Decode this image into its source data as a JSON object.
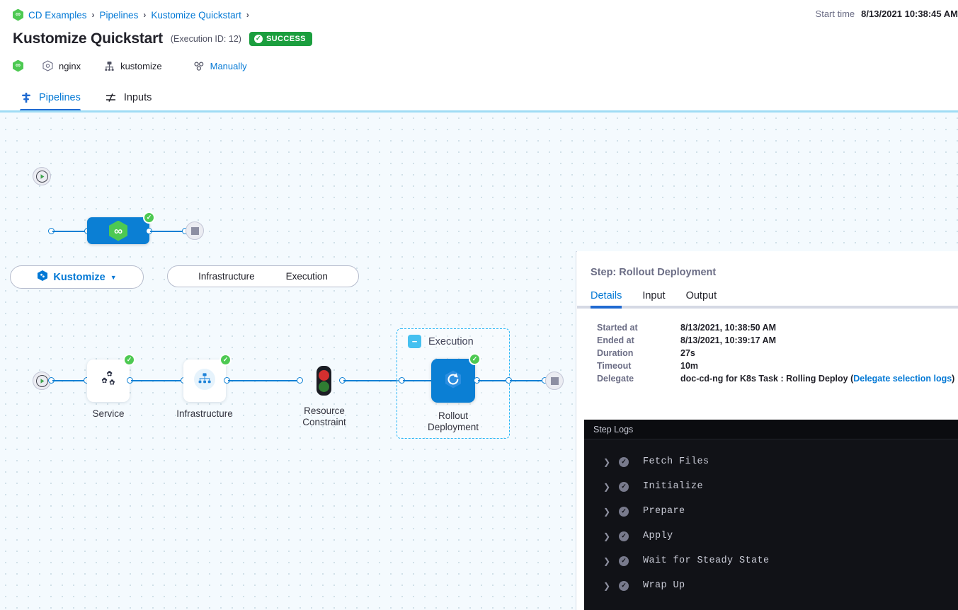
{
  "header": {
    "breadcrumb": [
      {
        "label": "CD Examples",
        "icon": "harness-logo-icon"
      },
      {
        "label": "Pipelines"
      },
      {
        "label": "Kustomize Quickstart"
      }
    ],
    "title": "Kustomize Quickstart",
    "execution_id_text": "(Execution ID: 12)",
    "status_badge": "SUCCESS",
    "status_color": "#1b9e3e",
    "meta": [
      {
        "icon": "harness-logo-icon",
        "label": ""
      },
      {
        "icon": "service-hex-icon",
        "label": "nginx"
      },
      {
        "icon": "infrastructure-icon",
        "label": "kustomize"
      },
      {
        "icon": "trigger-manual-icon",
        "label": "Manually"
      }
    ],
    "start_time_label": "Start time",
    "start_time_value": "8/13/2021 10:38:45 AM"
  },
  "tabs": [
    {
      "label": "Pipelines",
      "icon": "pipeline-icon",
      "active": true
    },
    {
      "label": "Inputs",
      "icon": "inputs-icon",
      "active": false
    }
  ],
  "graph_top": {
    "stage_label": "Kustomize",
    "stage_icon": "harness-logo-icon",
    "status": "success",
    "start_node": "play-icon",
    "end_node": "stop-icon"
  },
  "stage_bar": {
    "stage_selector": "Kustomize",
    "stage_selector_icon": "kustomize-icon",
    "caret": "▼",
    "segments": [
      "Infrastructure",
      "Execution"
    ]
  },
  "graph_bottom": {
    "start_node": "play-icon",
    "end_node": "stop-icon",
    "nodes": [
      {
        "label": "Service",
        "icon": "gears-icon",
        "status": "success"
      },
      {
        "label": "Infrastructure",
        "icon": "infra-tree-icon",
        "status": "success"
      },
      {
        "label": "Resource\nConstraint",
        "icon": "traffic-light-icon",
        "status": "none"
      },
      {
        "label": "Rollout\nDeployment",
        "icon": "rollout-refresh-icon",
        "status": "success"
      }
    ],
    "group": {
      "title": "Execution",
      "collapse_icon": "minus-icon"
    }
  },
  "right_panel": {
    "step_title": "Step: Rollout Deployment",
    "tabs": [
      {
        "label": "Details",
        "active": true
      },
      {
        "label": "Input",
        "active": false
      },
      {
        "label": "Output",
        "active": false
      }
    ],
    "details": [
      {
        "key": "Started at",
        "value": "8/13/2021, 10:38:50 AM"
      },
      {
        "key": "Ended at",
        "value": "8/13/2021, 10:39:17 AM"
      },
      {
        "key": "Duration",
        "value": "27s"
      },
      {
        "key": "Timeout",
        "value": "10m"
      },
      {
        "key": "Delegate",
        "value": "doc-cd-ng for K8s Task : Rolling Deploy (",
        "link": "Delegate selection logs",
        "value_suffix": ")"
      }
    ],
    "logs": {
      "title": "Step Logs",
      "rows": [
        {
          "label": "Fetch Files",
          "status": "success"
        },
        {
          "label": "Initialize",
          "status": "success"
        },
        {
          "label": "Prepare",
          "status": "success"
        },
        {
          "label": "Apply",
          "status": "success"
        },
        {
          "label": "Wait for Steady State",
          "status": "success"
        },
        {
          "label": "Wrap Up",
          "status": "success"
        }
      ]
    }
  }
}
